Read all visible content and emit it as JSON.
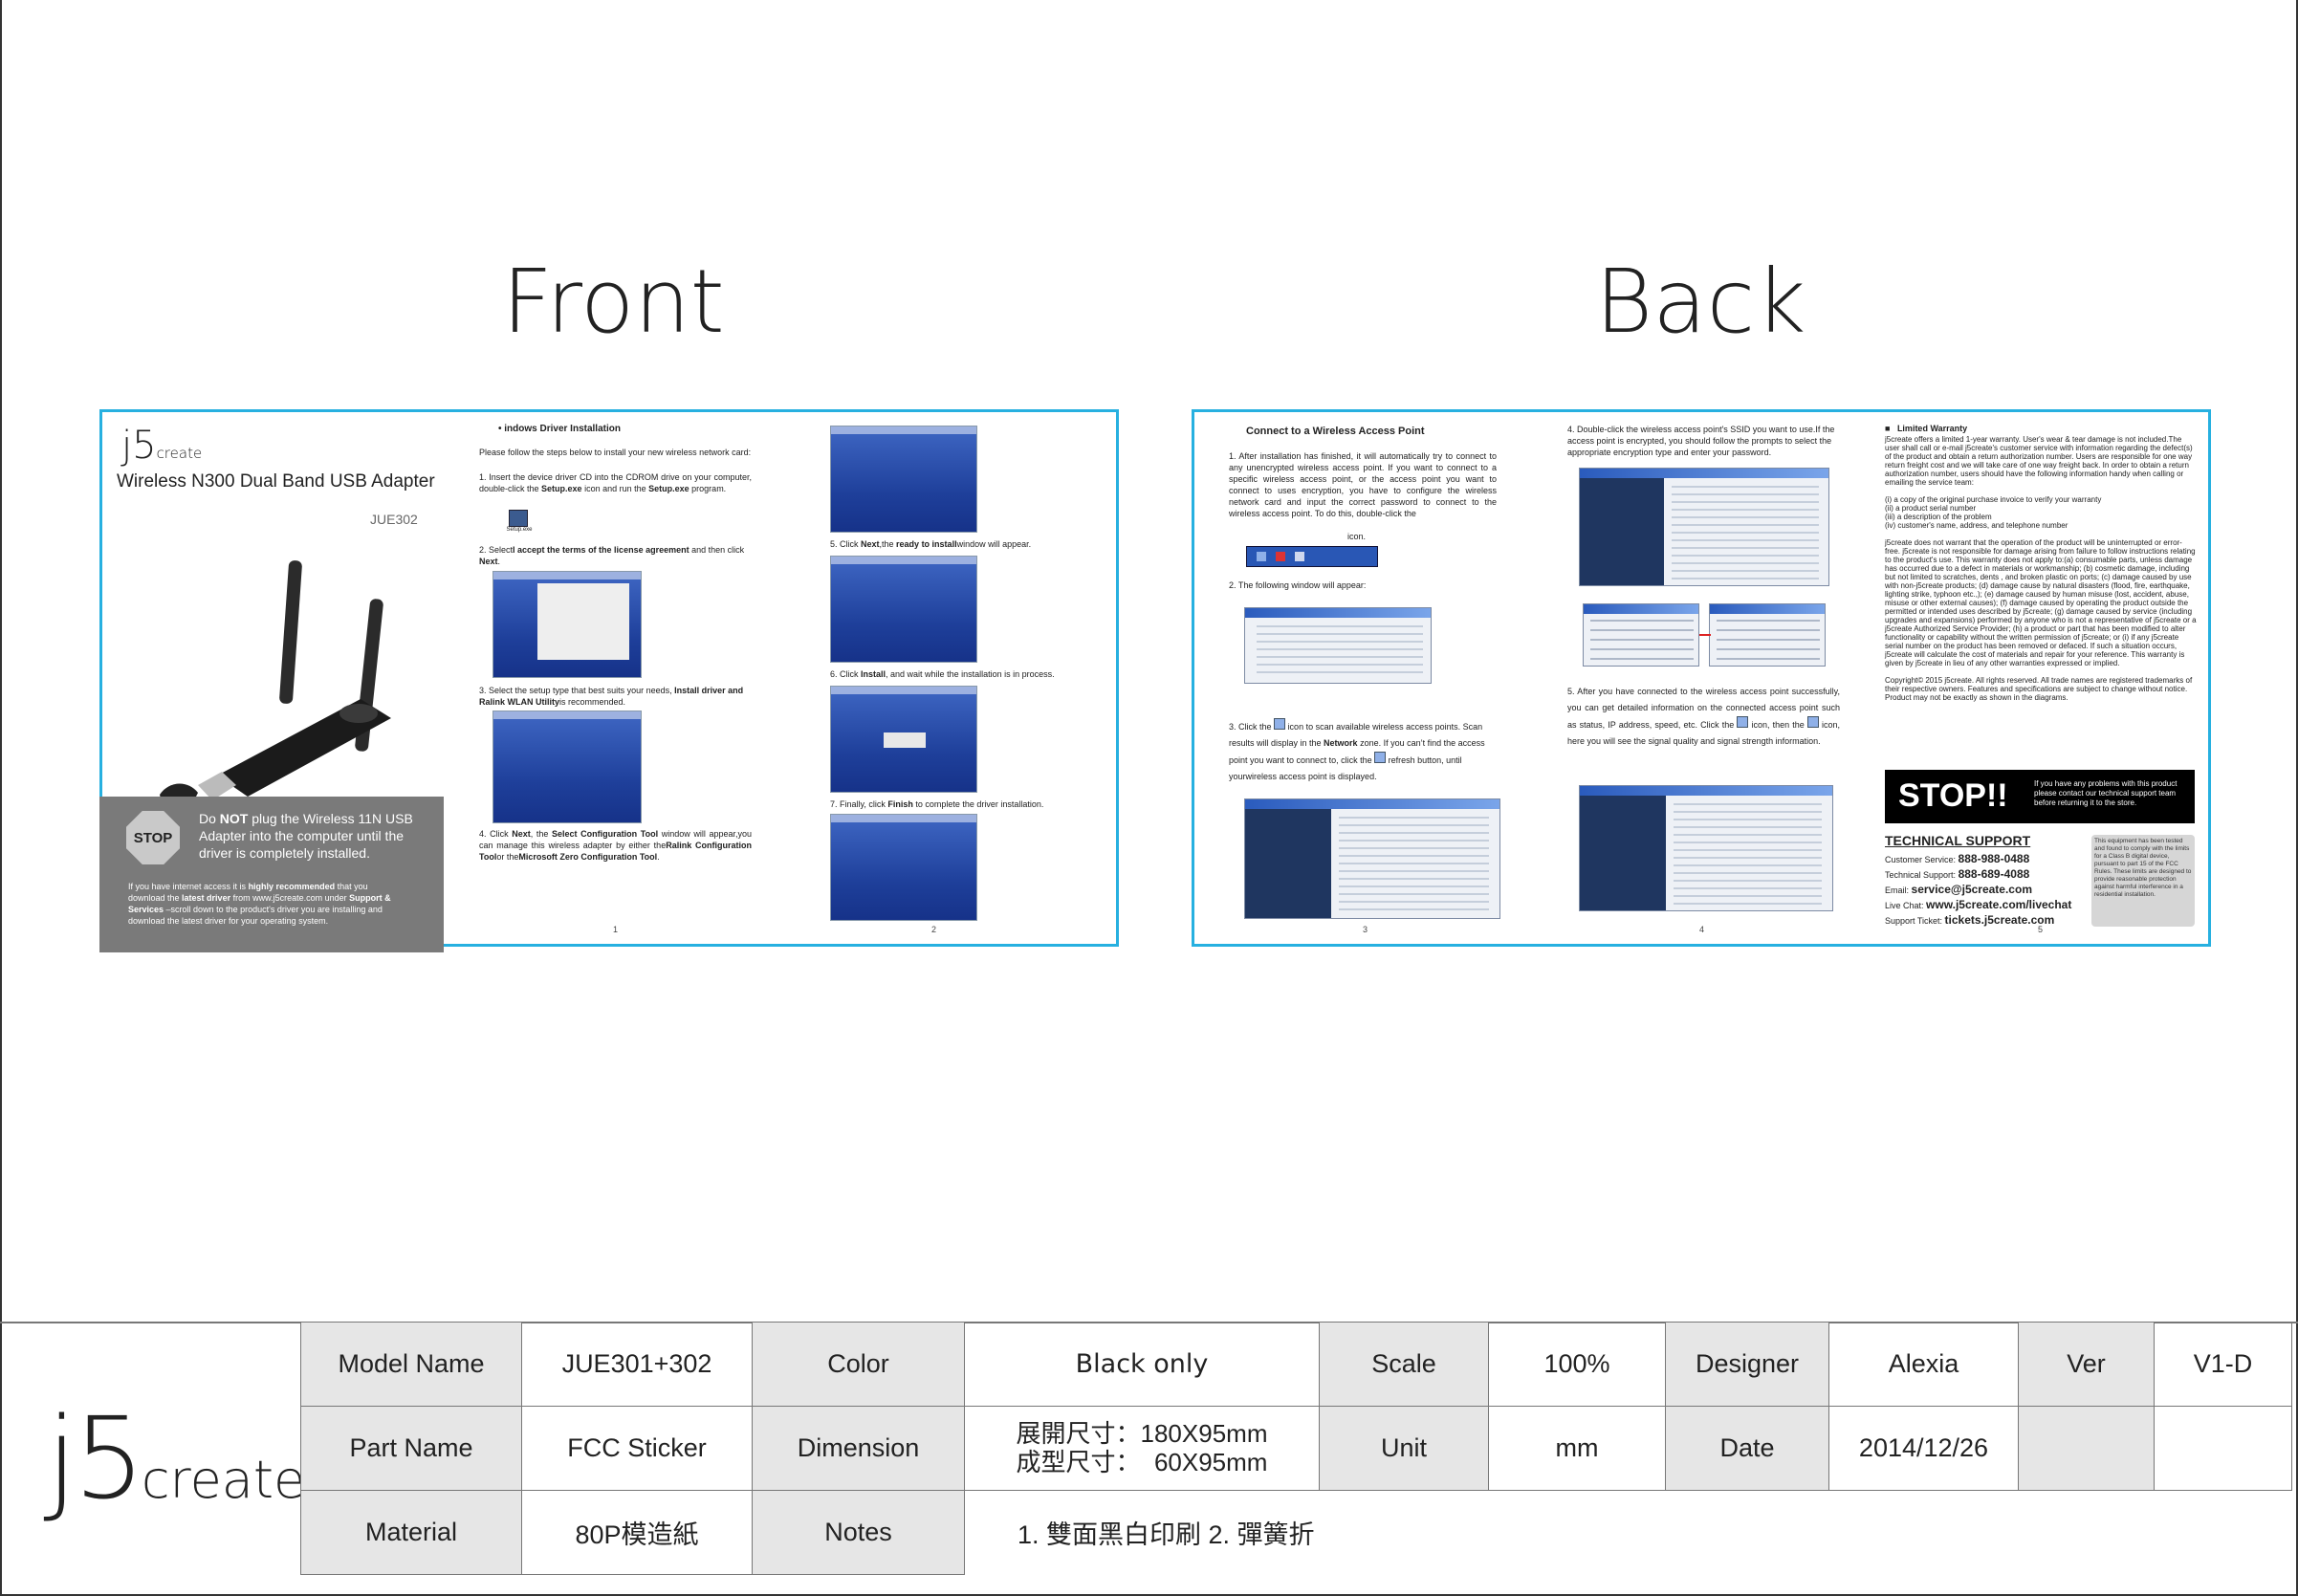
{
  "titles": {
    "front": "Front",
    "back": "Back"
  },
  "front": {
    "brand": {
      "j5": "j5",
      "create": "create"
    },
    "product": "Wireless N300 Dual Band USB Adapter",
    "model": "JUE302",
    "stop": {
      "sign": "STOP",
      "line1a": "Do ",
      "line1b": "NOT",
      "line1c": " plug the Wireless 11N USB",
      "line2": "Adapter into the computer until the",
      "line3": "driver is completely installed.",
      "small1a": "If you have internet access it is ",
      "small1b": "highly recommended",
      "small1c": " that you",
      "small2a": "download the ",
      "small2b": "latest driver",
      "small2c": " from www.j5create.com under ",
      "small2d": "Support &",
      "small3a": "Services",
      "small3b": " –scroll down to the product's driver you are installing and",
      "small4": "download the latest driver for your operating system."
    },
    "install": {
      "heading": "• indows Driver Installation",
      "intro": "Please follow the steps below to install your new wireless network card:",
      "step1a": "1. Insert the device driver CD into the CDROM drive on your computer, double-click the ",
      "step1b": "Setup.exe",
      "step1c": " icon and run the ",
      "step1d": "Setup.exe",
      "step1e": " program.",
      "setup_icon_label": "Setup.exe",
      "step2a": "2. Select",
      "step2b": "I accept the terms of the license agreement",
      "step2c": " and then click ",
      "step2d": "Next",
      "step2e": ".",
      "step3a": "3. Select the setup type that best suits your needs, ",
      "step3b": "Install driver and Ralink WLAN Utility",
      "step3c": "is recommended.",
      "step4a": "4. Click ",
      "step4b": "Next",
      "step4c": ", the ",
      "step4d": "Select Configuration Tool",
      "step4e": " window will appear,you can manage this wireless adapter by either the",
      "step4f": "Ralink Configuration Tool",
      "step4g": "or the",
      "step4h": "Microsoft Zero Configuration Tool",
      "step4i": ".",
      "step5a": "5. Click ",
      "step5b": "Next",
      "step5c": ",the ",
      "step5d": "ready to install",
      "step5e": "window will appear.",
      "step6a": "6. Click ",
      "step6b": "Install",
      "step6c": ", and wait while the installation is in process.",
      "step7a": "7. Finally, click ",
      "step7b": "Finish",
      "step7c": " to complete the driver installation.",
      "page1": "1",
      "page2": "2"
    }
  },
  "back": {
    "connect": {
      "heading": "Connect to a Wireless Access Point",
      "step1": "1. After installation has finished, it will automatically try to connect to any unencrypted wireless access point. If you want to connect to a specific wireless access point, or the access point you want to connect to uses encryption, you have to configure the wireless network card and input the correct password to connect to the wireless access point. To do this, double-click the",
      "step1_end": "icon.",
      "step2": "2. The following window will appear:",
      "step3a": "3. Click the",
      "step3b": "icon to scan available wireless access points. Scan results will display in the ",
      "step3c": "Network",
      "step3d": " zone. If you can’t find the access point you want to connect to, click the",
      "step3e": "refresh button, until yourwireless access point is displayed.",
      "step4": "4. Double-click the wireless access point's SSID you want to use.If the access point is encrypted, you should follow the prompts to select the appropriate encryption type and enter your password.",
      "step5a": "5. After you have connected to the wireless access point successfully, you can get detailed information on the connected access point such as status, IP address, speed, etc. Click the",
      "step5b": "icon, then the",
      "step5c": "icon, here you will see the signal quality and signal strength information.",
      "page3": "3",
      "page4": "4",
      "page5": "5"
    },
    "warranty": {
      "heading": "Limited Warranty",
      "p1": "j5create offers a limited 1-year warranty. User's wear & tear damage is not included.The user shall call or e-mail j5create's customer service with information regarding the defect(s) of the product and obtain a return authorization number. Users are responsible for one way return freight cost and we will take care of one way freight back. In order to obtain a return authorization number, users should have the following information handy when calling or emailing the service team:",
      "li1": "(i)    a copy of the original purchase invoice to verify your warranty",
      "li2": "(ii)   a product serial number",
      "li3": "(iii)  a description of the problem",
      "li4": "(iv)   customer's name, address, and telephone number",
      "p2": "j5create does not warrant that the operation of the product will be uninterrupted or error-free. j5create is not responsible for damage arising from failure to follow instructions relating to the product's use. This warranty does not apply to:(a) consumable parts, unless damage has occurred due to a defect in materials or workmanship; (b) cosmetic damage, including but not limited to scratches, dents , and broken plastic on ports; (c) damage caused by use with non-j5create products; (d) damage cause by natural disasters (flood, fire, earthquake, lighting strike, typhoon etc.,); (e) damage caused by human misuse (lost, accident, abuse, misuse or other external causes); (f) damage caused by operating the product outside the permitted or intended uses described by j5create; (g) damage caused by service (including upgrades and expansions) performed by anyone who is not a representative of j5create or a j5create Authorized Service Provider; (h) a product or part that has been modified to alter functionality or capability without the written permission of j5create; or (i) if any j5create serial number on the product has been removed or defaced. If such a situation occurs, j5create will calculate the cost of materials and repair for your reference. This warranty is given by j5create in lieu of any other warranties expressed or implied.",
      "p3": "Copyright© 2015 j5create. All rights reserved.  All trade names are registered trademarks of their respective owners. Features and specifications are subject to change without notice. Product may not be exactly as shown in the diagrams.",
      "stop_big": "STOP!!",
      "stop_note": "If you have any problems with this product please contact our technical support team before returning it to the store.",
      "tech_title": "TECHNICAL SUPPORT",
      "cs_label": "Customer Service:",
      "cs_value": "888-988-0488",
      "ts_label": "Technical Support:",
      "ts_value": "888-689-4088",
      "email_label": "Email:",
      "email_value": "service@j5create.com",
      "chat_label": "Live Chat:",
      "chat_value": "www.j5create.com/livechat",
      "ticket_label": "Support Ticket:",
      "ticket_value": "tickets.j5create.com",
      "fcc": "This equipment has been tested and found to comply with the limits for a Class B digital device, pursuant to part 15 of the FCC Rules. These limits are designed to provide reasonable protection against harmful interference in a residential installation."
    }
  },
  "table": {
    "logo_j5": "j5",
    "logo_create": "create",
    "model_name_label": "Model Name",
    "model_name_value": "JUE301+302",
    "color_label": "Color",
    "color_value": "Black only",
    "scale_label": "Scale",
    "scale_value": "100%",
    "designer_label": "Designer",
    "designer_value": "Alexia",
    "ver_label": "Ver",
    "ver_value": "V1-D",
    "part_name_label": "Part Name",
    "part_name_value": "FCC Sticker",
    "dimension_label": "Dimension",
    "dimension_line1": "展開尺寸：180X95mm",
    "dimension_line2": "成型尺寸：  60X95mm",
    "unit_label": "Unit",
    "unit_value": "mm",
    "date_label": "Date",
    "date_value": "2014/12/26",
    "material_label": "Material",
    "material_value": "80P模造紙",
    "notes_label": "Notes",
    "notes_value": "1. 雙面黑白印刷 2. 彈簧折"
  },
  "colors": {
    "panel_border": "#27b0e0",
    "stop_box": "#7a7a7a",
    "label_cell": "#e6e6e6"
  },
  "icons": [
    "usb-adapter-icon",
    "stop-sign-icon",
    "setup-exe-icon",
    "ralink-tray-icon",
    "scan-icon",
    "refresh-icon"
  ]
}
